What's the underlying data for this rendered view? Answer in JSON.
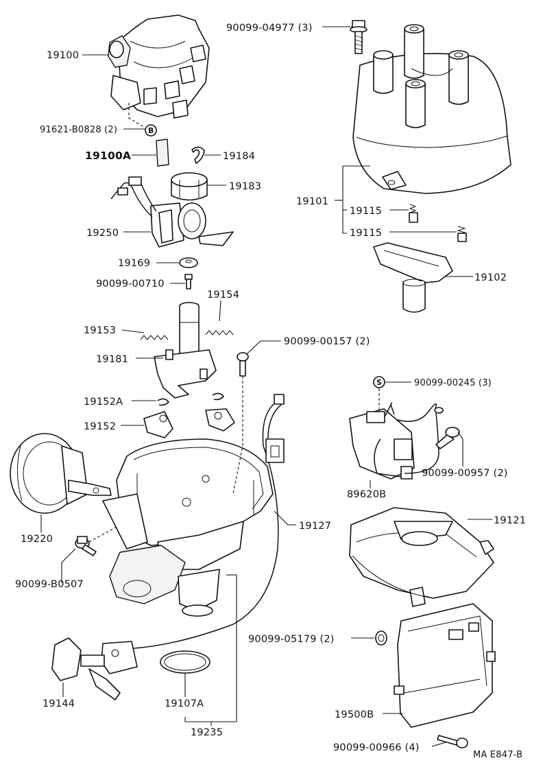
{
  "labels": {
    "p19100": "19100",
    "p91621": "91621-B0828 (2)",
    "p19100A": "19100A",
    "p19184": "19184",
    "p19183": "19183",
    "p19250": "19250",
    "p19169": "19169",
    "p90099_00710": "90099-00710",
    "p19154": "19154",
    "p19153": "19153",
    "p19181": "19181",
    "p90099_00157": "90099-00157 (2)",
    "p19152A": "19152A",
    "p19152": "19152",
    "p19220": "19220",
    "p90099_B0507": "90099-B0507",
    "p19127": "19127",
    "p19144": "19144",
    "p19107A": "19107A",
    "p19235": "19235",
    "p90099_04977": "90099-04977 (3)",
    "p19101": "19101",
    "p19115a": "19115",
    "p19115b": "19115",
    "p19102": "19102",
    "p90099_00245": "90099-00245 (3)",
    "p90099_00957": "90099-00957 (2)",
    "p89620B": "89620B",
    "p19121": "19121",
    "p90099_05179": "90099-05179 (2)",
    "p19500B": "19500B",
    "p90099_00966": "90099-00966 (4)",
    "footer": "MA  E847-B"
  },
  "markers": {
    "b": "B",
    "s": "S"
  }
}
